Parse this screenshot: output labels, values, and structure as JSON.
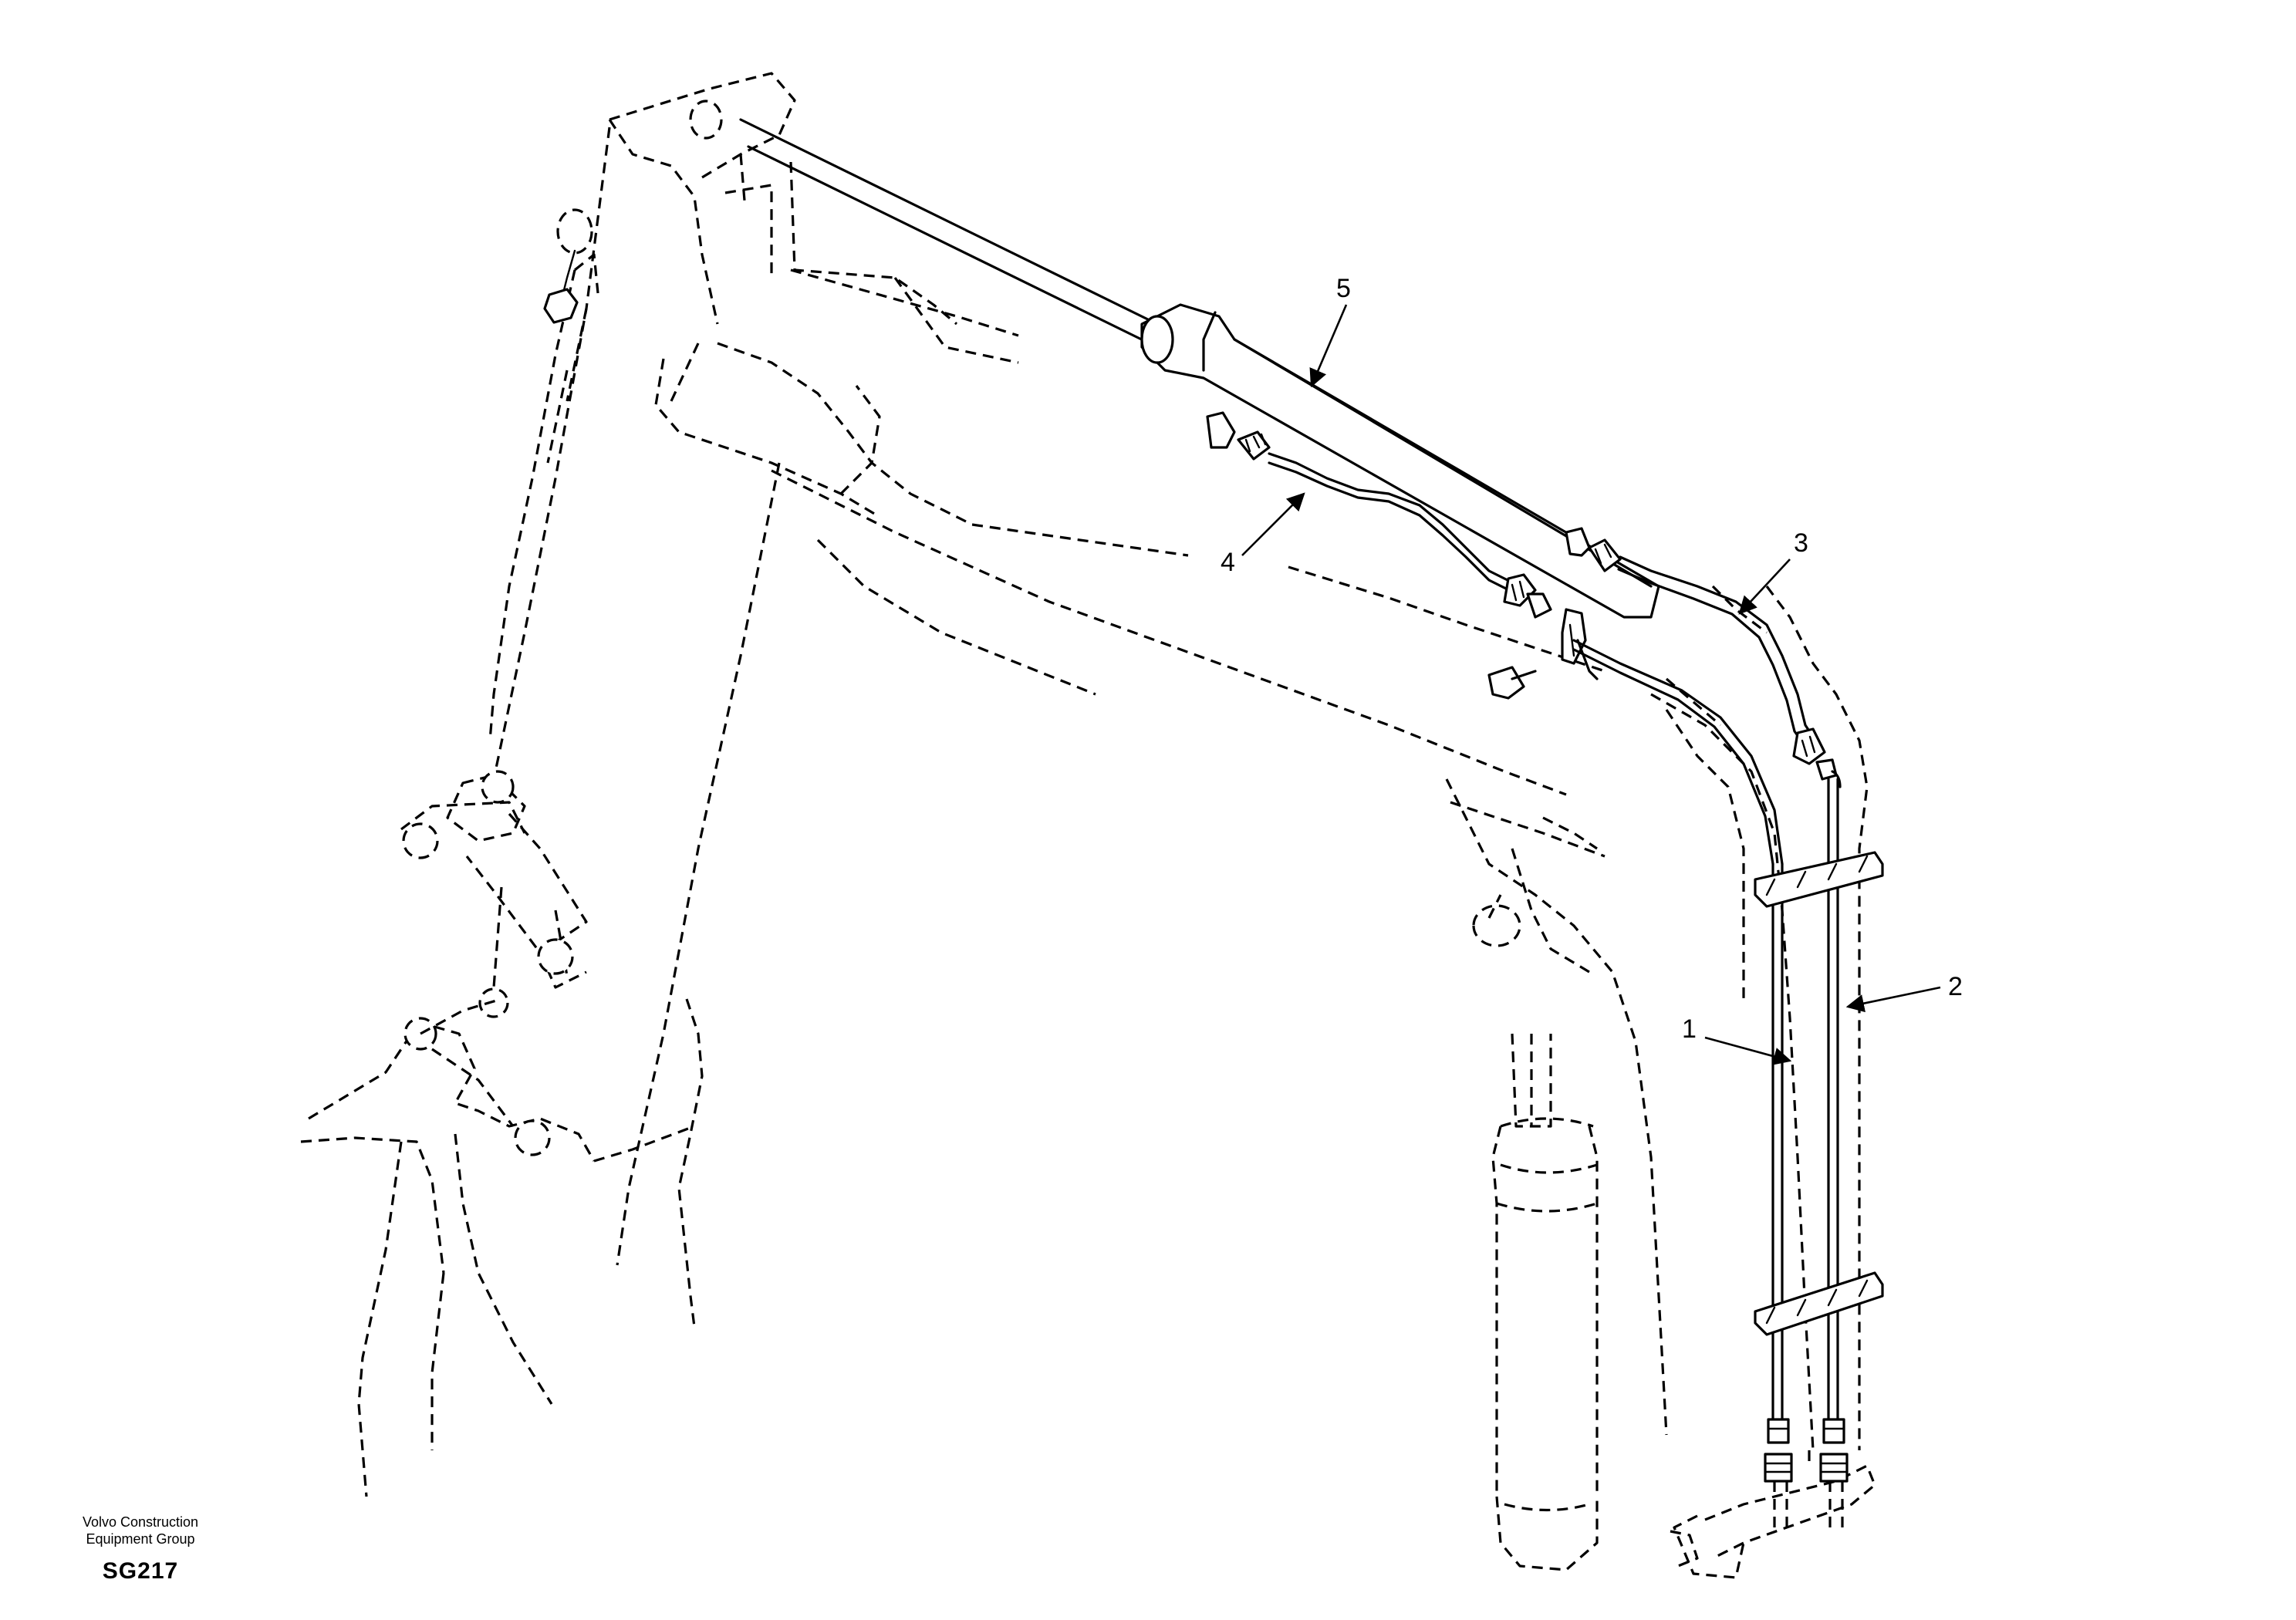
{
  "diagram": {
    "callouts": [
      {
        "id": "1",
        "label": "1"
      },
      {
        "id": "2",
        "label": "2"
      },
      {
        "id": "3",
        "label": "3"
      },
      {
        "id": "4",
        "label": "4"
      },
      {
        "id": "5",
        "label": "5"
      }
    ]
  },
  "footer": {
    "org_line_1": "Volvo Construction",
    "org_line_2": "Equipment Group",
    "code": "SG217"
  }
}
